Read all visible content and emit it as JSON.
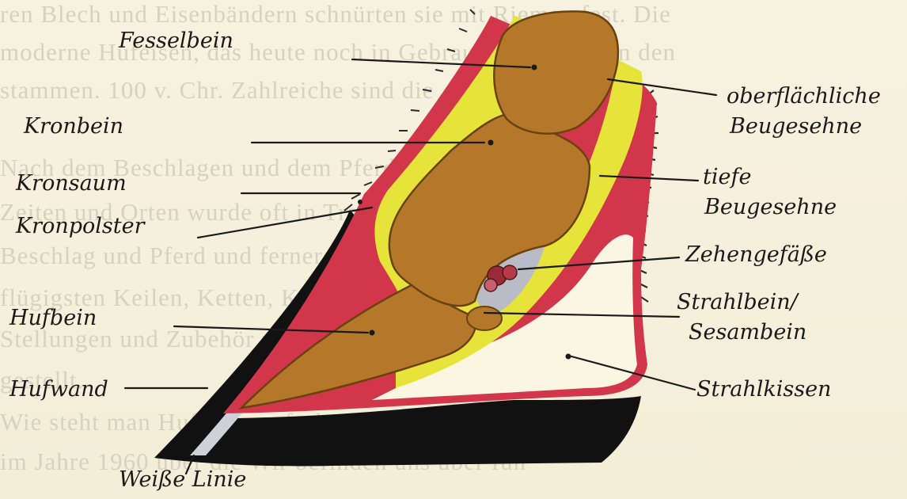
{
  "diagram": {
    "labels": {
      "fesselbein": "Fesselbein",
      "kronbein": "Kronbein",
      "kronsaum": "Kronsaum",
      "kronpolster": "Kronpolster",
      "hufbein": "Hufbein",
      "hufwand": "Hufwand",
      "weisse_linie": "Weiße Linie",
      "oberflaechliche_1": "oberflächliche",
      "oberflaechliche_2": "Beugesehne",
      "tiefe_1": "tiefe",
      "tiefe_2": "Beugesehne",
      "zehengefaesse": "Zehengefäße",
      "strahlbein_1": "Strahlbein/",
      "strahlbein_2": "Sesambein",
      "strahlkissen": "Strahlkissen"
    },
    "colors": {
      "bone": "#b5782a",
      "bone_dark": "#8a5a1c",
      "tendon": "#e6e43a",
      "corium": "#d2364a",
      "hoof_wall": "#111111",
      "white_line": "#cfd0d8",
      "cushion": "#faf6e2",
      "hair": "#2a2a2a"
    }
  }
}
